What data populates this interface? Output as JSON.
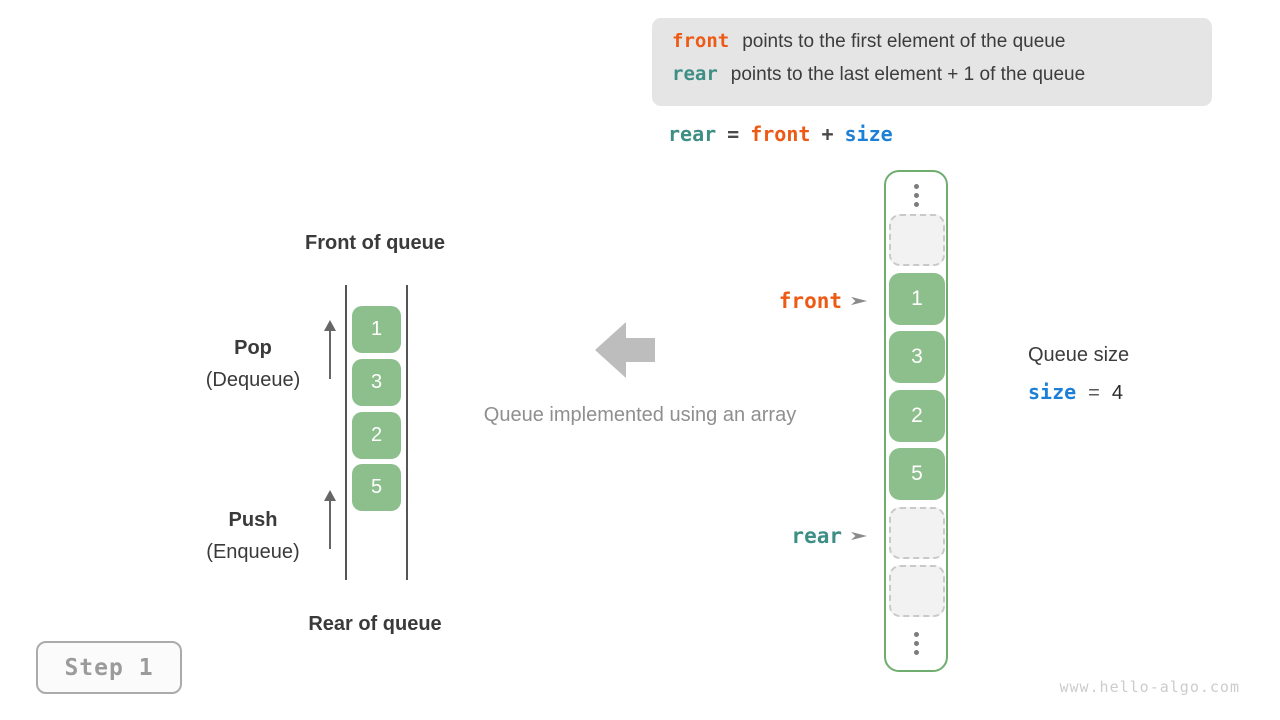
{
  "info_box": {
    "line1": {
      "keyword": "front",
      "text": "points to the first element of the queue"
    },
    "line2": {
      "keyword": "rear",
      "text": "points to the last element + 1 of the queue"
    }
  },
  "equation": {
    "lhs": "rear",
    "eq": "=",
    "rhs1": "front",
    "plus": "+",
    "rhs2": "size"
  },
  "left_diagram": {
    "front_label": "Front of queue",
    "rear_label": "Rear of queue",
    "pop": {
      "title": "Pop",
      "subtitle": "(Dequeue)"
    },
    "push": {
      "title": "Push",
      "subtitle": "(Enqueue)"
    },
    "cells": [
      "1",
      "3",
      "2",
      "5"
    ]
  },
  "middle": {
    "caption": "Queue implemented using an array"
  },
  "right_diagram": {
    "front_pointer": "front",
    "rear_pointer": "rear",
    "values": [
      "1",
      "3",
      "2",
      "5"
    ]
  },
  "queue_size": {
    "title": "Queue size",
    "var": "size",
    "eq": "=",
    "value": "4"
  },
  "step_badge": {
    "label": "Step 1"
  },
  "watermark": {
    "text": "www.hello-algo.com"
  },
  "colors": {
    "front_orange": "#ed5a16",
    "rear_teal": "#3d8e85",
    "size_blue": "#1c80d6",
    "cell_green": "#8dbf8d",
    "container_border_green": "#6fae6f",
    "info_box_bg": "#e5e5e5",
    "dark_text": "#3c3c3c",
    "caption_gray": "#8f8f8f",
    "block_arrow_gray": "#bdbdbd"
  }
}
